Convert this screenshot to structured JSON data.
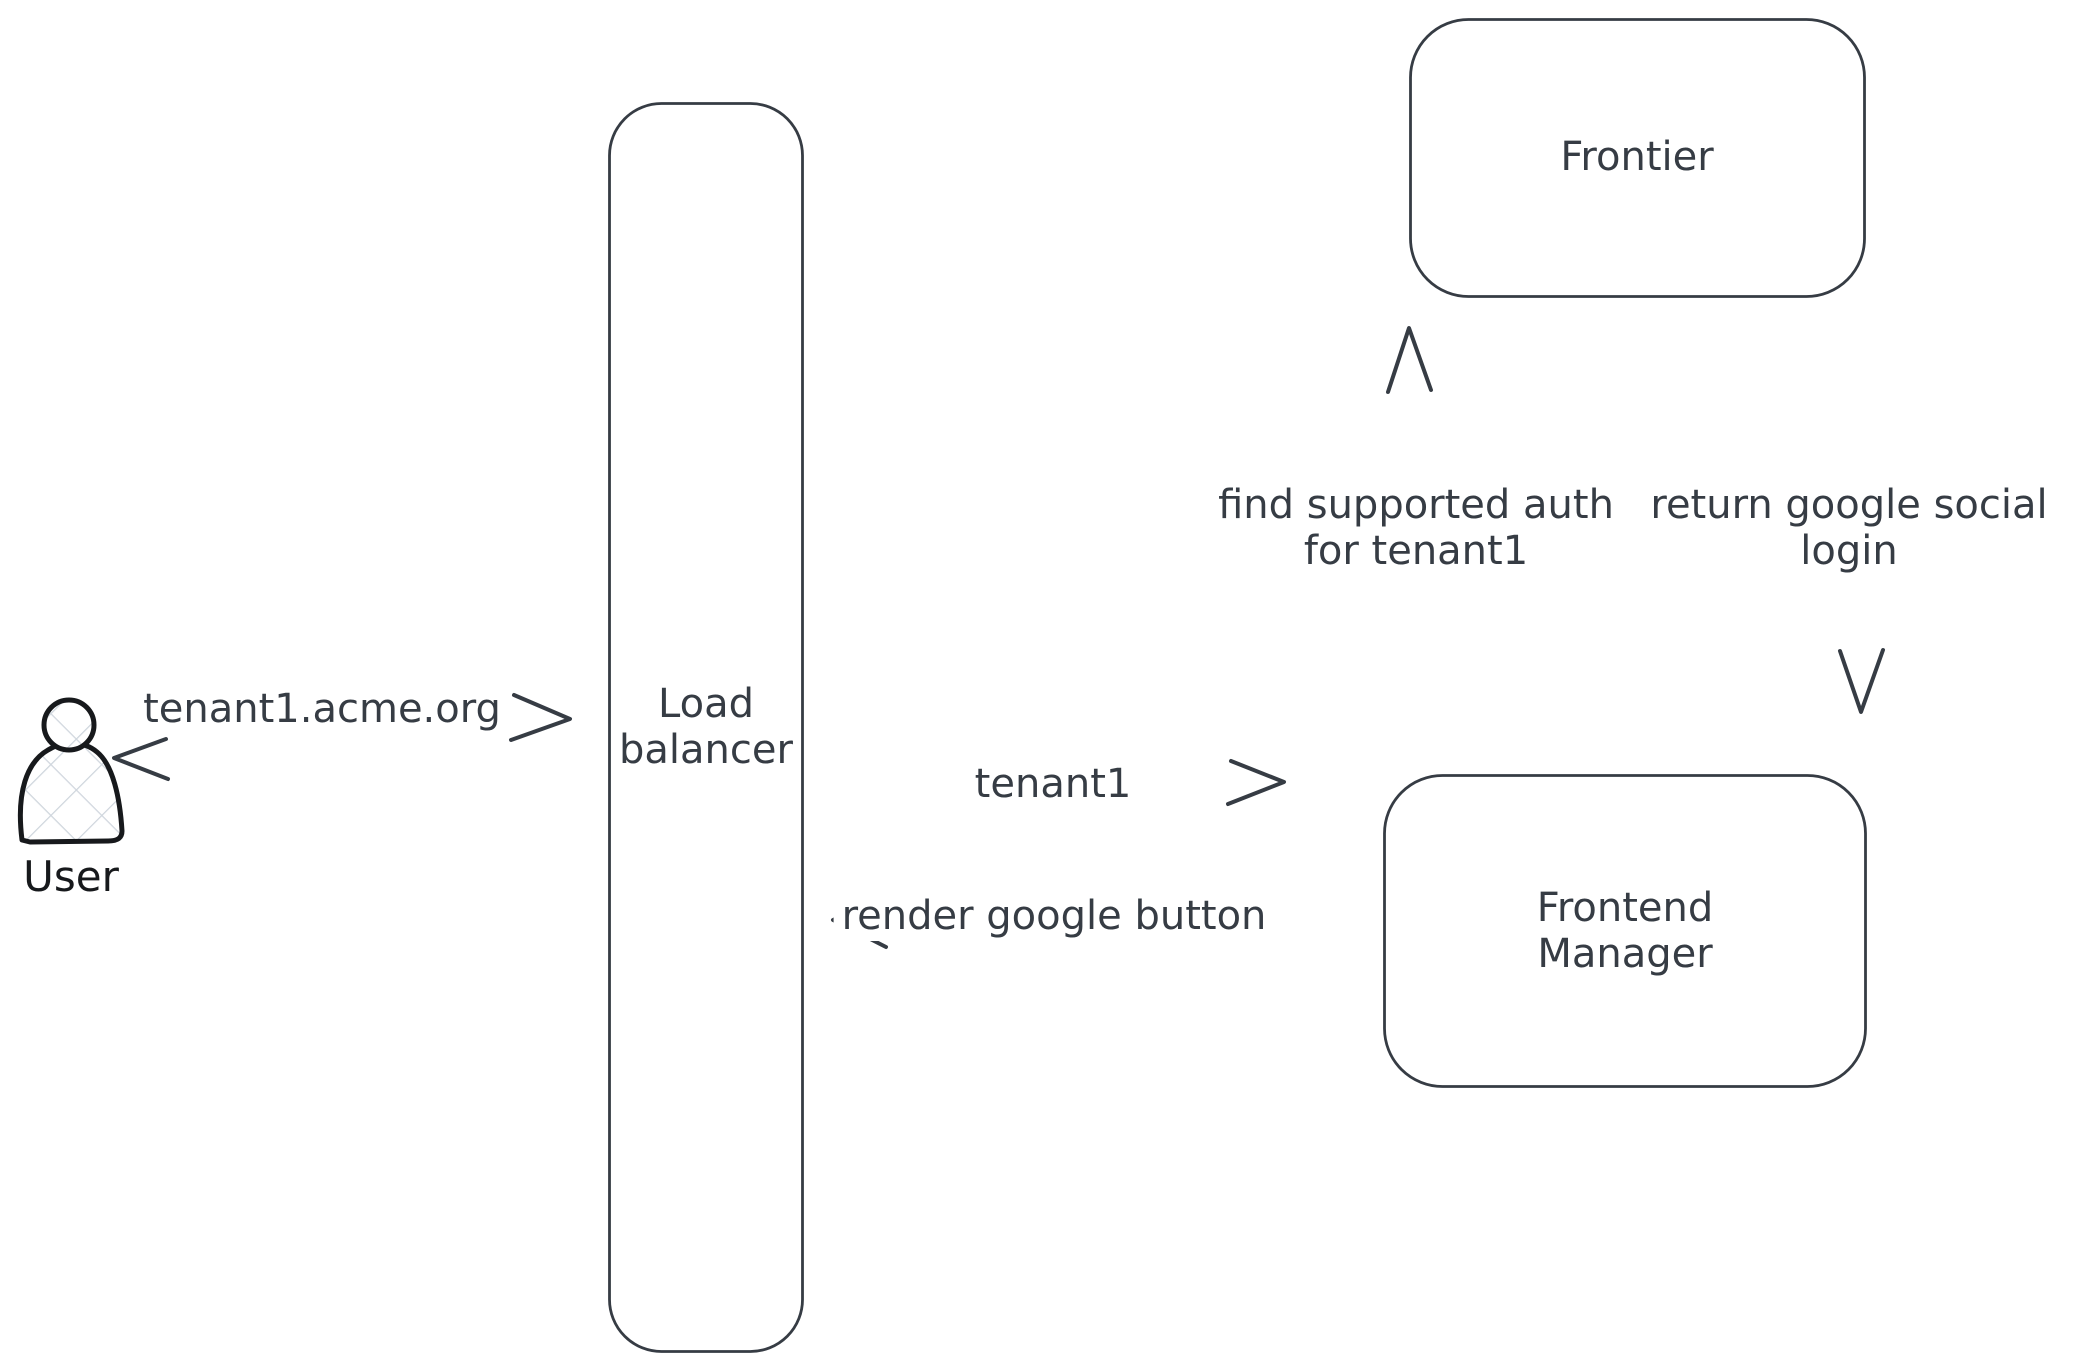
{
  "nodes": {
    "user": {
      "label": "User"
    },
    "load_balancer": {
      "label_lines": [
        "Load",
        "balancer"
      ]
    },
    "frontier": {
      "label": "Frontier"
    },
    "frontend_manager": {
      "label_lines": [
        "Frontend",
        "Manager"
      ]
    }
  },
  "edges": {
    "user_to_load_balancer": {
      "label": "tenant1.acme.org",
      "style": "solid-arrow-right"
    },
    "load_balancer_to_user": {
      "style": "dashed-arrow-left"
    },
    "load_balancer_to_frontend_manager": {
      "label": "tenant1",
      "style": "solid-arrow-right"
    },
    "frontend_manager_to_load_balancer": {
      "label": "render google button",
      "style": "dashed-arrow-left"
    },
    "frontend_manager_to_frontier": {
      "label_lines": [
        "find supported auth",
        "for tenant1"
      ],
      "style": "solid-arrow-up"
    },
    "frontier_to_frontend_manager": {
      "label_lines": [
        "return google social",
        "login"
      ],
      "style": "dashed-arrow-down"
    }
  },
  "colors": {
    "stroke": "#363c44",
    "user_stroke": "#17191c",
    "hatch_fill": "#cfd6dd",
    "background": "#ffffff"
  }
}
